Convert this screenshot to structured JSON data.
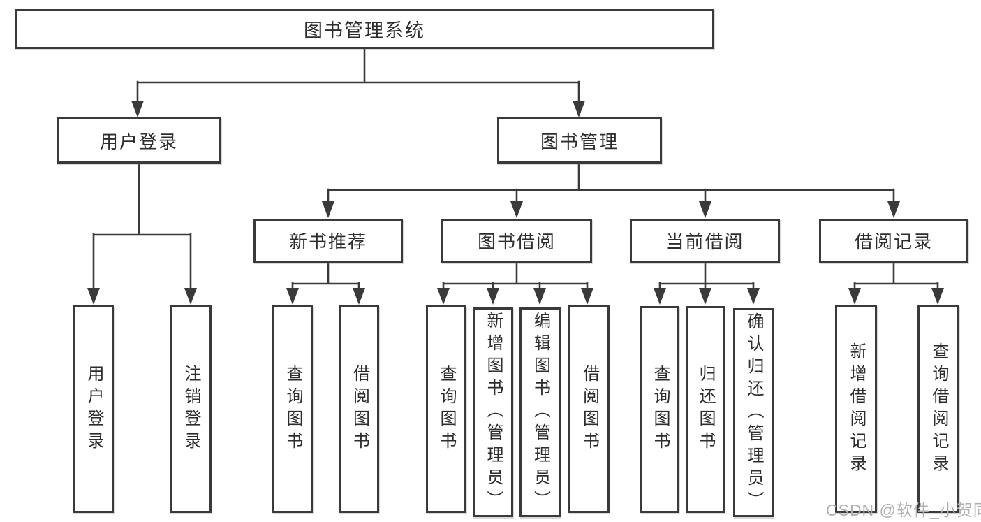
{
  "tree": {
    "root": {
      "label": "图书管理系统"
    },
    "branches": [
      {
        "label": "用户登录",
        "leaves": [
          {
            "label": "用户登录"
          },
          {
            "label": "注销登录"
          }
        ]
      },
      {
        "label": "图书管理",
        "groups": [
          {
            "label": "新书推荐",
            "leaves": [
              {
                "label": "查询图书"
              },
              {
                "label": "借阅图书"
              }
            ]
          },
          {
            "label": "图书借阅",
            "leaves": [
              {
                "label": "查询图书"
              },
              {
                "label": "新增图书（管理员）"
              },
              {
                "label": "编辑图书（管理员）"
              },
              {
                "label": "借阅图书"
              }
            ]
          },
          {
            "label": "当前借阅",
            "leaves": [
              {
                "label": "查询图书"
              },
              {
                "label": "归还图书"
              },
              {
                "label": "确认归还（管理员）"
              }
            ]
          },
          {
            "label": "借阅记录",
            "leaves": [
              {
                "label": "新增借阅记录"
              },
              {
                "label": "查询借阅记录"
              }
            ]
          }
        ]
      }
    ]
  },
  "watermark": {
    "text": "CSDN @软件_小贺同学",
    "color": "#b0b0b0"
  },
  "colors": {
    "line": "#3a3a3a",
    "border": "#3a3a3a",
    "text": "#2d2d2d",
    "background": "#ffffff"
  }
}
